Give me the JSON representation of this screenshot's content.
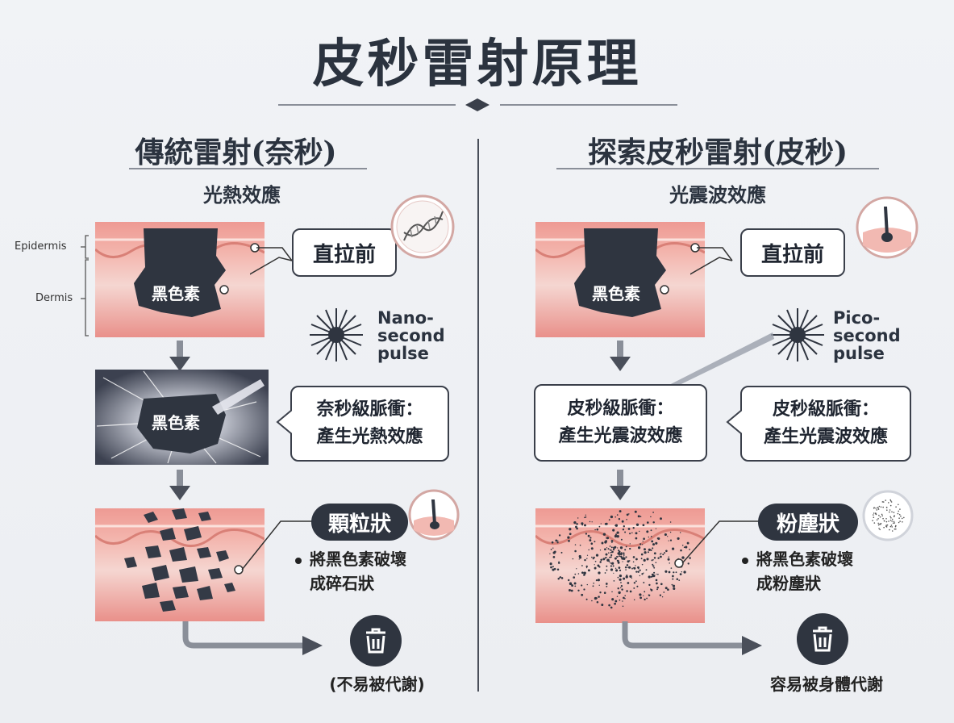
{
  "title": "皮秒雷射原理",
  "left": {
    "title": "傳統雷射(奈秒)",
    "subtitle": "光熱效應",
    "epidermis_label": "Epidermis",
    "dermis_label": "Dermis",
    "pigment_label": "黑色素",
    "callout_before": "直拉前",
    "pulse_label": [
      "Nano-",
      "second",
      "pulse"
    ],
    "effect_callout": [
      "奈秒級脈衝：",
      "產生光熱效應"
    ],
    "result_pill": "顆粒狀",
    "result_bullet": [
      "將黑色素破壞",
      "成碎石狀"
    ],
    "trash_caption": "(不易被代謝)",
    "icon_badge": "dna-icon"
  },
  "right": {
    "title": "探索皮秒雷射(皮秒)",
    "subtitle": "光震波效應",
    "pigment_label": "黑色素",
    "callout_before": "直拉前",
    "pulse_label": [
      "Pico-",
      "second",
      "pulse"
    ],
    "effect_callout_left": [
      "皮秒級脈衝：",
      "產生光震波效應"
    ],
    "effect_callout_right": [
      "皮秒級脈衝：",
      "產生光震波效應"
    ],
    "result_pill": "粉塵狀",
    "result_bullet": [
      "將黑色素破壞",
      "成粉塵狀"
    ],
    "trash_caption": "容易被身體代謝",
    "icon_badge": "hair-follicle-icon"
  },
  "colors": {
    "skin_top": "#ee9a93",
    "skin_mid": "#f2c9c2",
    "skin_bottom": "#e9948d",
    "pigment": "#2f3540",
    "accent_dark": "#2f3540"
  }
}
